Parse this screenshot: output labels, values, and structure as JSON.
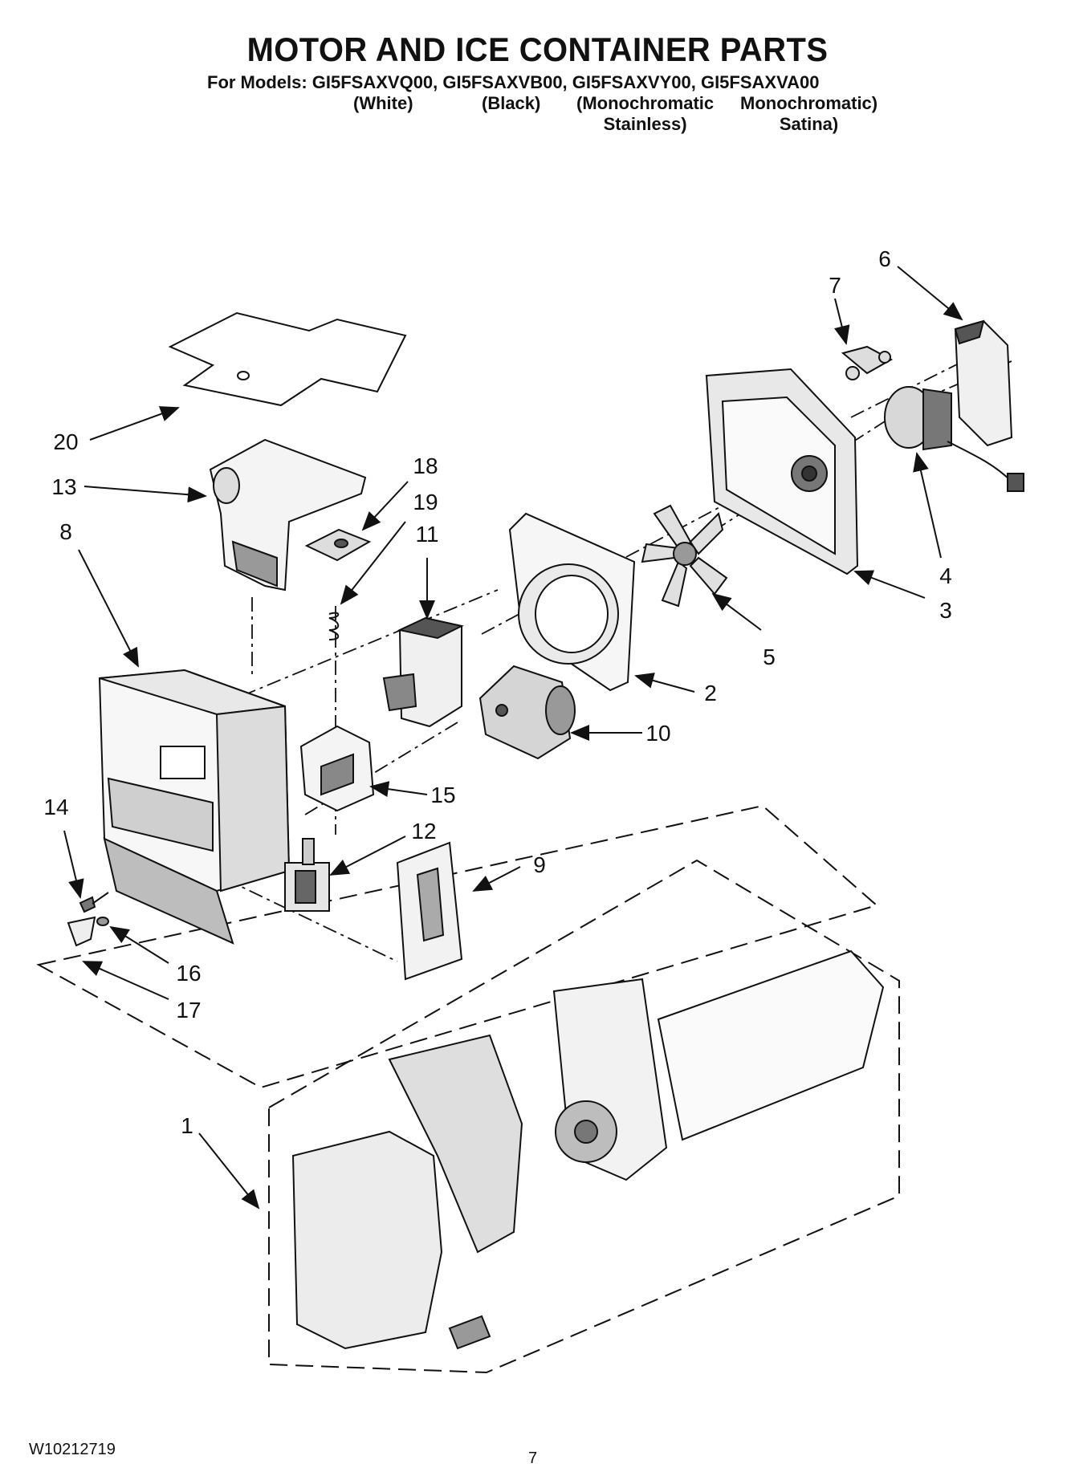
{
  "title": "MOTOR AND ICE CONTAINER PARTS",
  "models_line": "For Models: GI5FSAXVQ00, GI5FSAXVB00, GI5FSAXVY00, GI5FSAXVA00",
  "variants": [
    {
      "line1": "(White)",
      "line2": ""
    },
    {
      "line1": "(Black)",
      "line2": ""
    },
    {
      "line1": "(Monochromatic",
      "line2": "Stainless)"
    },
    {
      "line1": "Monochromatic)",
      "line2": "Satina)"
    }
  ],
  "callouts": [
    "1",
    "2",
    "3",
    "4",
    "5",
    "6",
    "7",
    "8",
    "9",
    "10",
    "11",
    "12",
    "13",
    "14",
    "15",
    "16",
    "17",
    "18",
    "19",
    "20"
  ],
  "document_id": "W10212719",
  "page_number": "7"
}
